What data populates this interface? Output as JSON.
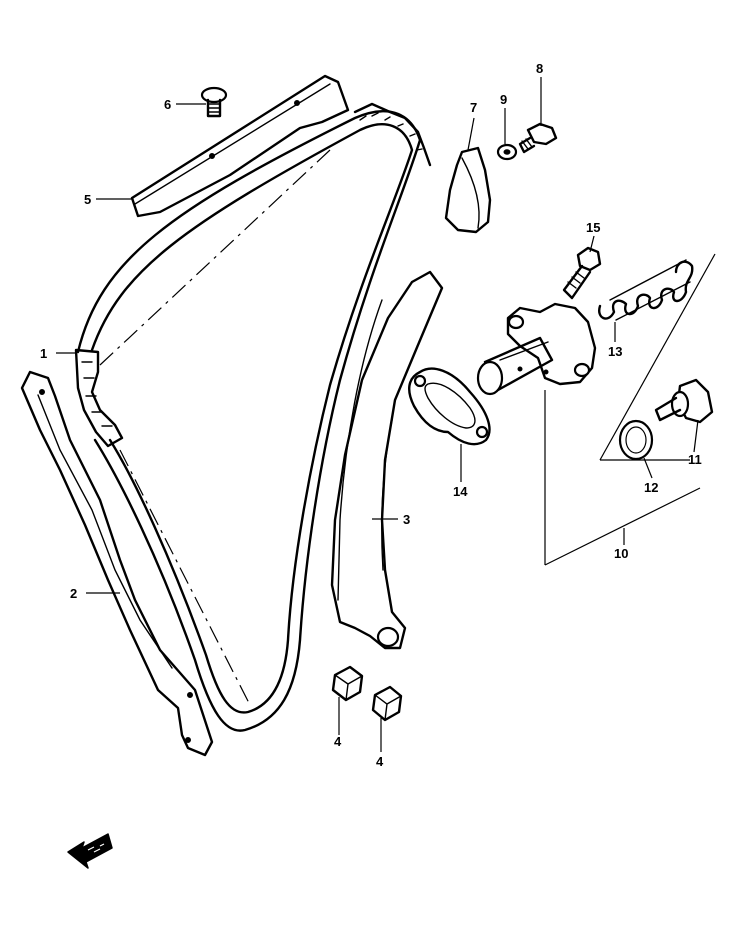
{
  "diagram": {
    "callouts": [
      "1",
      "2",
      "3",
      "4",
      "4",
      "5",
      "6",
      "7",
      "8",
      "9",
      "10",
      "11",
      "12",
      "13",
      "14",
      "15"
    ],
    "arrow_icon": "front-direction-arrow-icon"
  }
}
